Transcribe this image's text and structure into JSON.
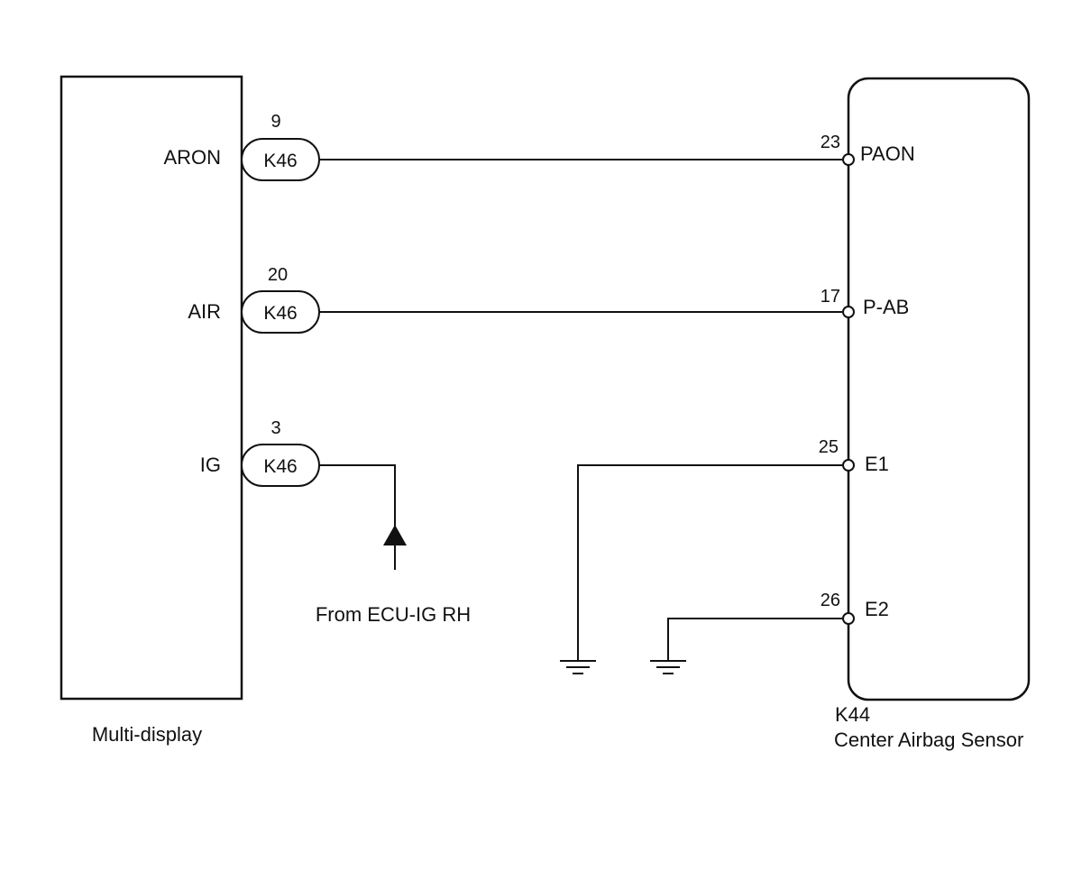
{
  "multi_display": {
    "name": "Multi-display",
    "pins": [
      {
        "signal": "ARON",
        "pin": "9",
        "connector": "K46"
      },
      {
        "signal": "AIR",
        "pin": "20",
        "connector": "K46"
      },
      {
        "signal": "IG",
        "pin": "3",
        "connector": "K46"
      }
    ]
  },
  "airbag_sensor": {
    "connector": "K44",
    "name": "Center Airbag Sensor",
    "pins": [
      {
        "pin": "23",
        "signal": "PAON"
      },
      {
        "pin": "17",
        "signal": "P-AB"
      },
      {
        "pin": "25",
        "signal": "E1"
      },
      {
        "pin": "26",
        "signal": "E2"
      }
    ]
  },
  "power_source": {
    "label": "From ECU-IG RH"
  }
}
